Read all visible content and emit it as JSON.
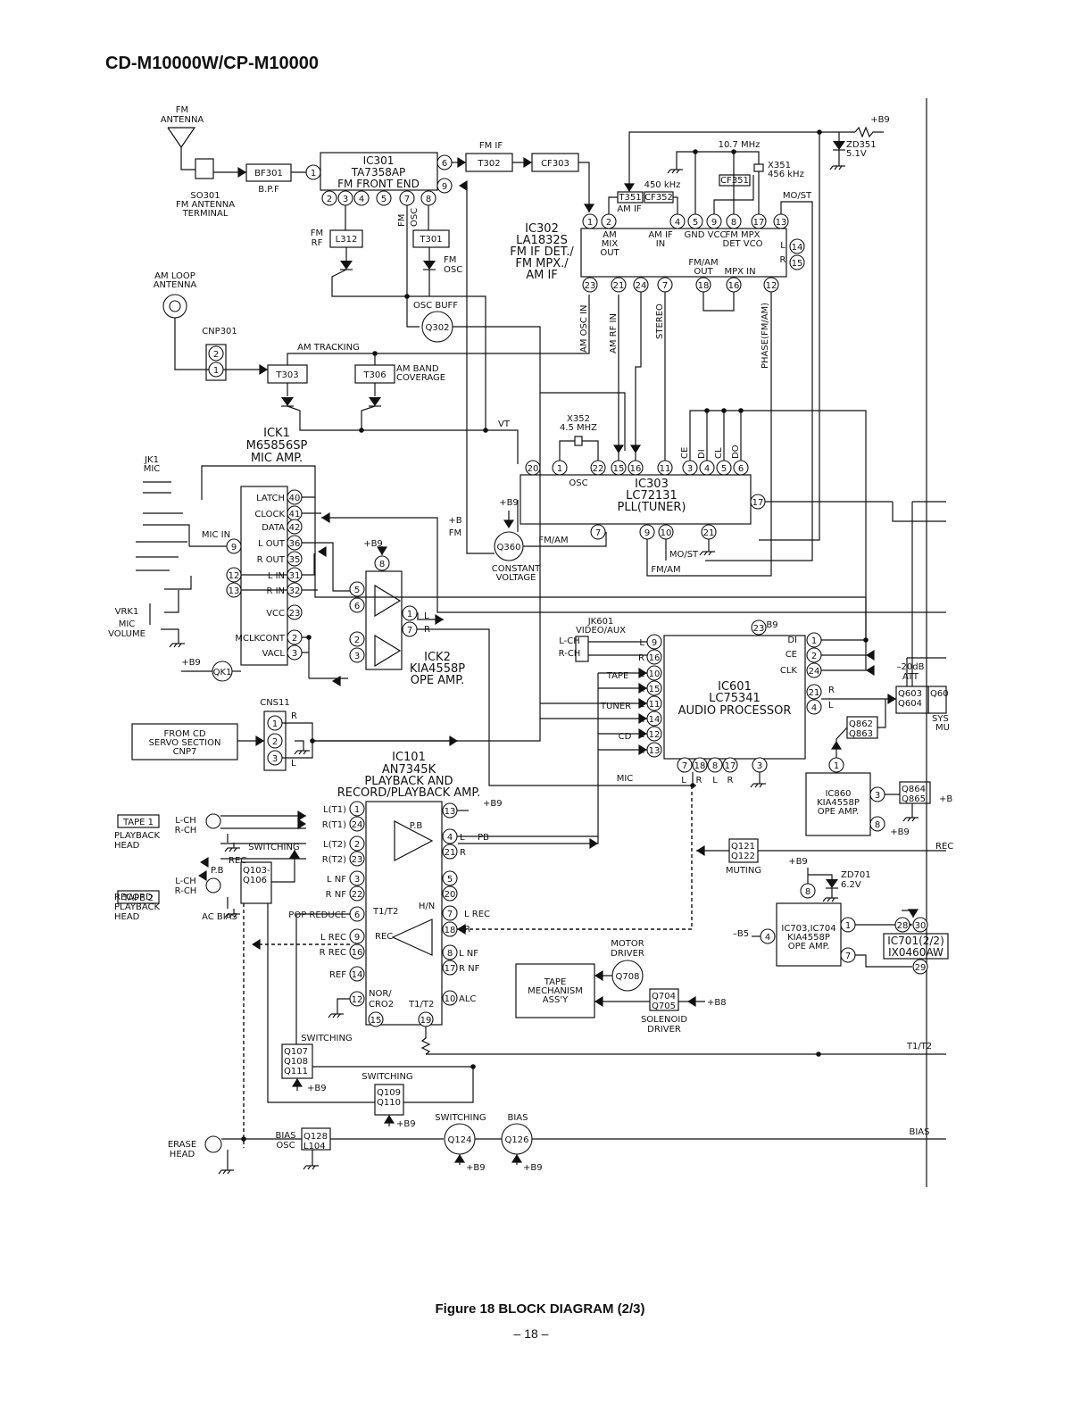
{
  "header": {
    "title": "CD-M10000W/CP-M10000"
  },
  "caption": {
    "title": "Figure 18 BLOCK DIAGRAM (2/3)",
    "page": "– 18 –"
  },
  "components": {
    "ic301": {
      "ref": "IC301",
      "part": "TA7358AP",
      "desc": "FM FRONT END"
    },
    "ic302": {
      "ref": "IC302",
      "part": "LA1832S",
      "desc1": "FM IF DET./",
      "desc2": "FM MPX./",
      "desc3": "AM IF"
    },
    "ic303": {
      "ref": "IC303",
      "part": "LC72131",
      "desc": "PLL(TUNER)"
    },
    "ick1": {
      "ref": "ICK1",
      "part": "M65856SP",
      "desc": "MIC AMP."
    },
    "ick2": {
      "ref": "ICK2",
      "part": "KIA4558P",
      "desc": "OPE AMP."
    },
    "ic601": {
      "ref": "IC601",
      "part": "LC75341",
      "desc": "AUDIO PROCESSOR"
    },
    "ic101": {
      "ref": "IC101",
      "part": "AN7345K",
      "desc1": "PLAYBACK AND",
      "desc2": "RECORD/PLAYBACK AMP."
    },
    "ic860": {
      "ref": "IC860",
      "part": "KIA4558P",
      "desc": "OPE AMP."
    },
    "ic703": {
      "ref": "IC703,IC704",
      "part": "KIA4558P",
      "desc": "OPE AMP."
    },
    "ic701": {
      "ref": "IC701(2/2)",
      "part": "IX0460AW"
    },
    "tape_mech": {
      "l1": "TAPE",
      "l2": "MECHANISM",
      "l3": "ASS'Y"
    },
    "from_cd": {
      "l1": "FROM CD",
      "l2": "SERVO SECTION",
      "l3": "CNP7"
    }
  },
  "labels": {
    "fm_antenna": "FM\nANTENNA",
    "so301": "SO301",
    "fm_ant_terminal1": "FM ANTENNA",
    "fm_ant_terminal2": "TERMINAL",
    "bf301": "BF301",
    "bpf": "B.P.F",
    "fm_if": "FM IF",
    "t302": "T302",
    "cf303": "CF303",
    "fm_rf": "FM\nRF",
    "l312": "L312",
    "t301": "T301",
    "fm_osc": "FM\nOSC",
    "osc_buff": "OSC BUFF",
    "q302": "Q302",
    "am_loop1": "AM LOOP",
    "am_loop2": "ANTENNA",
    "cnp301": "CNP301",
    "am_tracking": "AM TRACKING",
    "t303": "T303",
    "t306": "T306",
    "am_band1": "AM BAND",
    "am_band2": "COVERAGE",
    "mhz107": "10.7 MHz",
    "khz450": "450 kHz",
    "t351": "T351",
    "cf352": "CF352",
    "am_if": "AM IF",
    "cf351": "CF351",
    "x351": "X351",
    "khz456": "456 kHz",
    "most": "MO/ST",
    "b9": "+B9",
    "zd351": "ZD351",
    "v51": "5.1V",
    "vt": "VT",
    "x352": "X352",
    "mhz45": "4.5 MHZ",
    "osc": "OSC",
    "fmam": "FM/AM",
    "q360": "Q360",
    "constant1": "CONSTANT",
    "constant2": "VOLTAGE",
    "b": "+B",
    "fm": "FM",
    "am_osc_in": "AM OSC IN",
    "am_rf_in": "AM RF IN",
    "stereo": "STEREO",
    "phase": "PHASE(FM/AM)",
    "jk1": "JK1",
    "mic": "MIC",
    "mic_in": "MIC IN",
    "vrk1": "VRK1",
    "mic_volume": "MIC\nVOLUME",
    "qk1": "QK1",
    "jk601": "JK601",
    "video_aux": "VIDEO/AUX",
    "lch": "L-CH",
    "rch": "R-CH",
    "tape": "TAPE",
    "tuner": "TUNER",
    "cd": "CD",
    "mic2": "MIC",
    "cns11": "CNS11",
    "tape1": "TAPE 1",
    "playback_head": "PLAYBACK\nHEAD",
    "tape2": "TAPE 2",
    "record_head": "RECORD\nPLAYBACK\nHEAD",
    "ac_bias": "AC BIAS",
    "switching": "SWITCHING",
    "rec": "REC",
    "pb": "P.B",
    "q103": "Q103-\nQ106",
    "q107": "Q107\nQ108\nQ111",
    "q109": "Q109\nQ110",
    "q124": "Q124",
    "q126": "Q126",
    "bias": "BIAS",
    "erase_head": "ERASE\nHEAD",
    "bias_osc": "BIAS\nOSC",
    "q128": "Q128\nL104",
    "motor_driver": "MOTOR\nDRIVER",
    "q708": "Q708",
    "q704": "Q704\nQ705",
    "solenoid": "SOLENOID\nDRIVER",
    "b8": "+B8",
    "q121": "Q121\nQ122",
    "muting": "MUTING",
    "zd701": "ZD701",
    "v62": "6.2V",
    "b5": "–B5",
    "t1t2": "T1/T2",
    "rec_right": "REC",
    "bias_right": "BIAS",
    "att": "–20dB\nATT",
    "q603": "Q603\nQ604",
    "q862": "Q862\nQ863",
    "q864": "Q864\nQ865",
    "sys": "SYS",
    "mu": "MU"
  }
}
